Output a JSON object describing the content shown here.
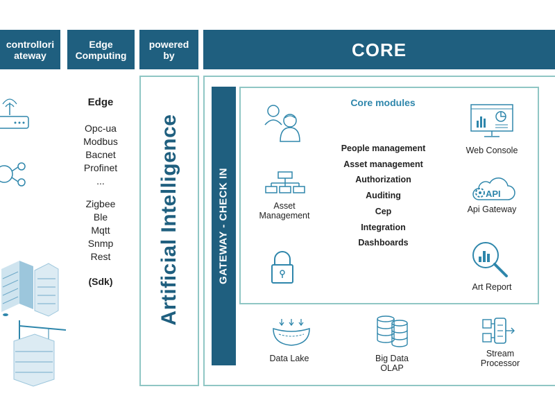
{
  "headers": {
    "gateway": [
      "controllori",
      "ateway"
    ],
    "edge_computing": [
      "Edge",
      "Computing"
    ],
    "powered_by": [
      "powered",
      "by"
    ],
    "core": "CORE"
  },
  "edge_column": {
    "title": "Edge",
    "protocols_group1": [
      "Opc-ua",
      "Modbus",
      "Bacnet",
      "Profinet",
      "..."
    ],
    "protocols_group2": [
      "Zigbee",
      "Ble",
      "Mqtt",
      "Snmp",
      "Rest"
    ],
    "sdk": "(Sdk)"
  },
  "ai_label": "Artificial Intelligence",
  "gateway_checkin_label": "GATEWAY - CHECK IN",
  "core_modules": {
    "title": "Core modules",
    "items": [
      "People management",
      "Asset management",
      "Authorization",
      "Auditing",
      "Cep",
      "Integration",
      "Dashboards"
    ]
  },
  "components": {
    "asset_management": [
      "Asset",
      "Management"
    ],
    "web_console": "Web Console",
    "api_gateway": "Api Gateway",
    "api_badge": "API",
    "art_report": "Art Report",
    "data_lake": "Data Lake",
    "big_data": [
      "Big Data",
      "OLAP"
    ],
    "stream_processor": [
      "Stream",
      "Processor"
    ]
  },
  "colors": {
    "primary": "#1f5f7f",
    "frame": "#8fc6c4",
    "icon": "#2e86ab",
    "modules_title": "#2e86ab"
  }
}
